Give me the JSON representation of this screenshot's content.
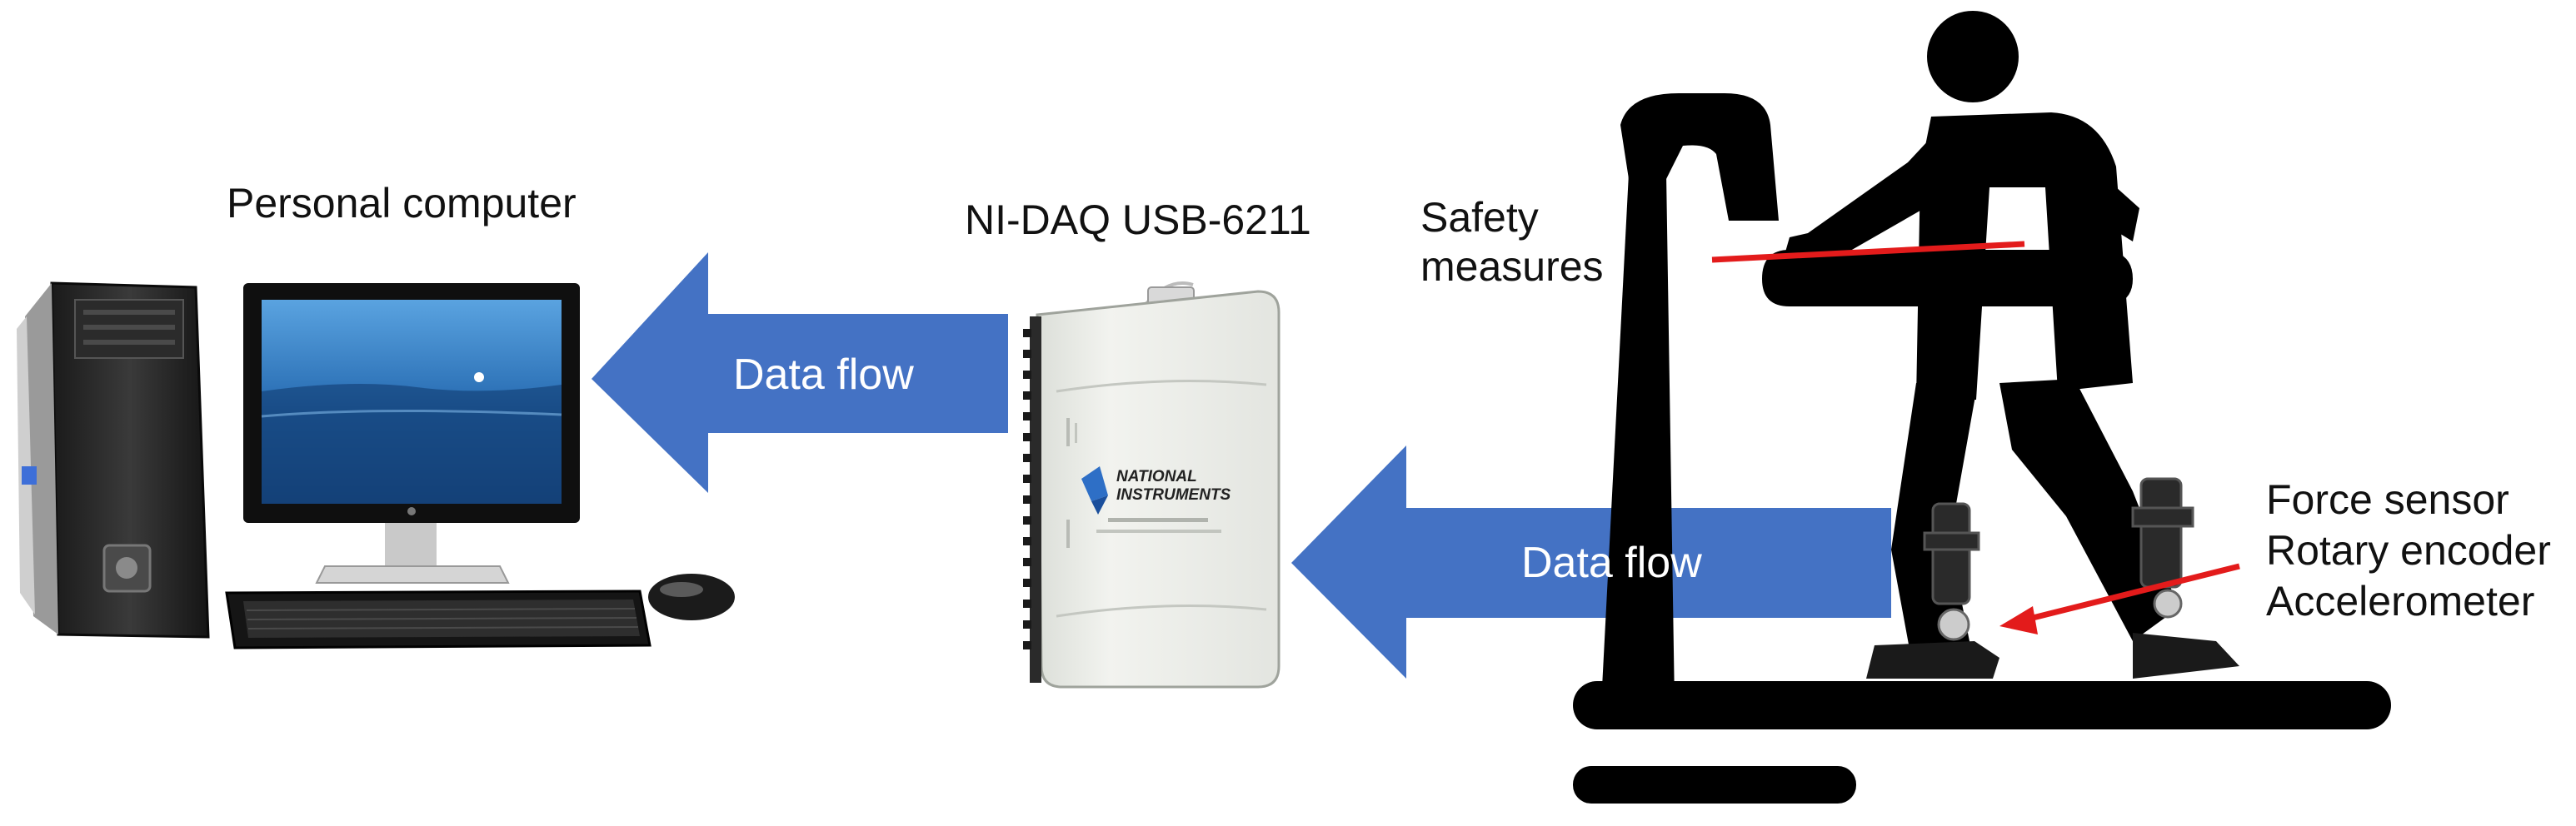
{
  "labels": {
    "personal_computer": "Personal computer",
    "daq": "NI-DAQ USB-6211",
    "safety_line1": "Safety",
    "safety_line2": "measures",
    "sensor_1": "Force sensor",
    "sensor_2": "Rotary encoder",
    "sensor_3": "Accelerometer",
    "flow_top": "Data flow",
    "flow_bottom": "Data flow",
    "daq_brand_line1": "NATIONAL",
    "daq_brand_line2": "INSTRUMENTS"
  },
  "colors": {
    "arrow_fill": "#4472C4",
    "indicator_red": "#E31B1B",
    "silhouette": "#000000",
    "daq_body": "#EEF0EC",
    "monitor_sky": "#2E73B8"
  },
  "icons": {
    "computer": "desktop-pc-icon",
    "daq": "daq-device-icon",
    "treadmill": "treadmill-walker-icon"
  }
}
